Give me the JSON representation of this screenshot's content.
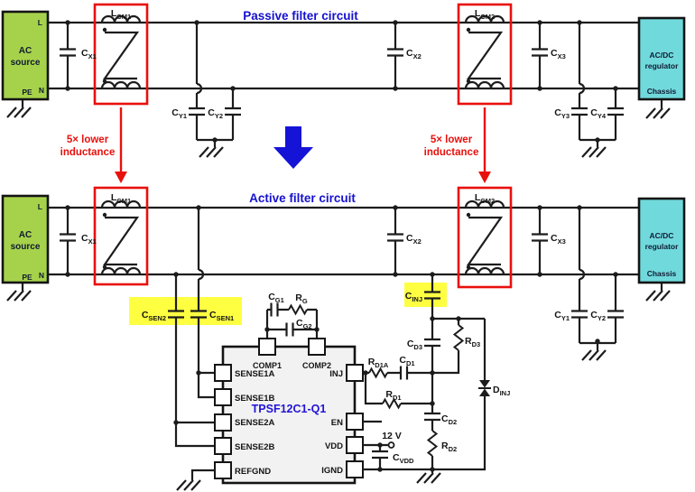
{
  "titles": {
    "passive": "Passive filter circuit",
    "active": "Active filter circuit"
  },
  "annotations": {
    "left": {
      "line1": "5× lower",
      "line2": "inductance"
    },
    "right": {
      "line1": "5× lower",
      "line2": "inductance"
    }
  },
  "ac_source": {
    "line1": "AC",
    "line2": "source",
    "pin_l": "L",
    "pin_pe": "PE",
    "pin_n": "N"
  },
  "acdc": {
    "line1": "AC/DC",
    "line2": "regulator",
    "chassis": "Chassis"
  },
  "ic": {
    "part": "TPSF12C1-Q1",
    "pins_left": [
      "SENSE1A",
      "SENSE1B",
      "SENSE2A",
      "SENSE2B",
      "REFGND"
    ],
    "pins_top": [
      "COMP1",
      "COMP2"
    ],
    "pins_right": [
      "INJ",
      "EN",
      "VDD",
      "IGND"
    ]
  },
  "components": {
    "lcm1": {
      "base": "L",
      "sub": "CM1"
    },
    "lcm2": {
      "base": "L",
      "sub": "CM2"
    },
    "cx1": {
      "base": "C",
      "sub": "X1"
    },
    "cx2": {
      "base": "C",
      "sub": "X2"
    },
    "cx3": {
      "base": "C",
      "sub": "X3"
    },
    "cy1": {
      "base": "C",
      "sub": "Y1"
    },
    "cy2": {
      "base": "C",
      "sub": "Y2"
    },
    "cy3": {
      "base": "C",
      "sub": "Y3"
    },
    "cy4": {
      "base": "C",
      "sub": "Y4"
    },
    "csen1": {
      "base": "C",
      "sub": "SEN1"
    },
    "csen2": {
      "base": "C",
      "sub": "SEN2"
    },
    "cinj": {
      "base": "C",
      "sub": "INJ"
    },
    "cg1": {
      "base": "C",
      "sub": "G1"
    },
    "cg2": {
      "base": "C",
      "sub": "G2"
    },
    "rg": {
      "base": "R",
      "sub": "G"
    },
    "rd1a": {
      "base": "R",
      "sub": "D1A"
    },
    "cd1": {
      "base": "C",
      "sub": "D1"
    },
    "rd1": {
      "base": "R",
      "sub": "D1"
    },
    "cd3": {
      "base": "C",
      "sub": "D3"
    },
    "rd3": {
      "base": "R",
      "sub": "D3"
    },
    "cd2": {
      "base": "C",
      "sub": "D2"
    },
    "rd2": {
      "base": "R",
      "sub": "D2"
    },
    "dinj": {
      "base": "D",
      "sub": "INJ"
    },
    "cvdd": {
      "base": "C",
      "sub": "VDD"
    },
    "supply": "12 V"
  },
  "colors": {
    "ac_source_fill": "#a6d24b",
    "acdc_fill": "#70d9db",
    "highlight_red": "#e8100c",
    "highlight_yellow": "#ffff42",
    "title_blue": "#1411cf",
    "ic_name_blue": "#2214d4",
    "arrow_blue": "#1513d6",
    "wire": "#1c1c1c",
    "ic_fill": "#f2f2f2"
  }
}
